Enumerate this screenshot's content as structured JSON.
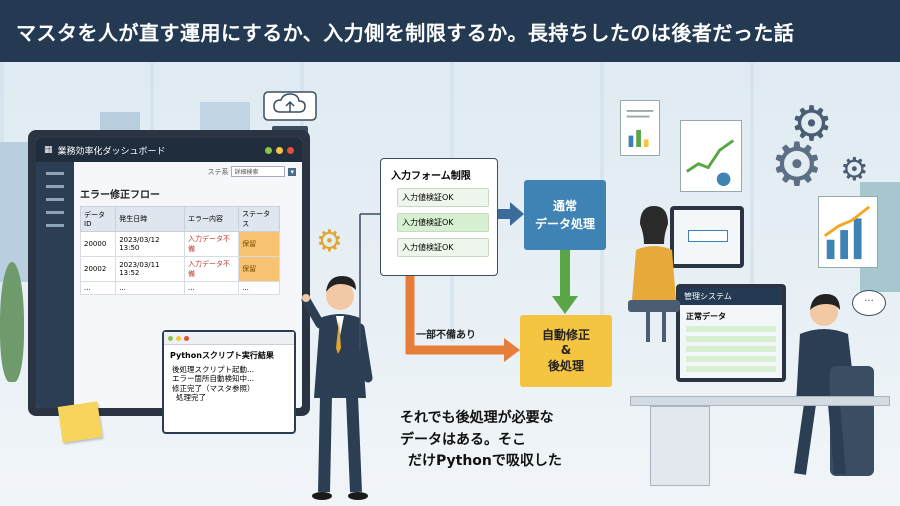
{
  "header": {
    "title": "マスタを人が直す運用にするか、入力側を制限するか。長持ちしたのは後者だった話"
  },
  "colors": {
    "header_bg": "#243a52",
    "normal_box": "#3f82b4",
    "auto_box": "#f5c440",
    "arrow_blue": "#3a6b9a",
    "arrow_green": "#5aa646",
    "arrow_orange": "#e67e3a"
  },
  "dashboard": {
    "title": "業務効率化ダッシュボード",
    "status_label": "ステ系",
    "status_value": "詳細検索",
    "flow_title": "エラー修正フロー",
    "table": {
      "headers": [
        "データID",
        "発生日時",
        "エラー内容",
        "ステータス"
      ],
      "rows": [
        [
          "20000",
          "2023/03/12 13:50",
          "入力データ不備",
          "保留"
        ],
        [
          "20002",
          "2023/03/11 13:52",
          "入力データ不備",
          "保留"
        ],
        [
          "...",
          "...",
          "...",
          "..."
        ]
      ]
    }
  },
  "python_popup": {
    "title": "Pythonスクリプト実行結果",
    "lines": [
      "後処理スクリプト起動...",
      "エラー箇所自動検知中...",
      "修正完了（マスタ参照）",
      "処理完了"
    ]
  },
  "form_box": {
    "title": "入力フォーム制限",
    "rows": [
      "入力値検証OK",
      "入力値検証OK",
      "入力値検証OK"
    ]
  },
  "normal_box": {
    "line1": "通常",
    "line2": "データ処理"
  },
  "partial_label": "一部不備あり",
  "auto_box": {
    "line1": "自動修正",
    "line2": "&",
    "line3": "後処理"
  },
  "right_monitor": {
    "label": ""
  },
  "right_system": {
    "title": "管理システム",
    "subtitle": "正常データ"
  },
  "caption": {
    "line1": "それでも後処理が必要な",
    "line2": "データはある。そこ",
    "line3": "だけPythonで吸収した"
  }
}
